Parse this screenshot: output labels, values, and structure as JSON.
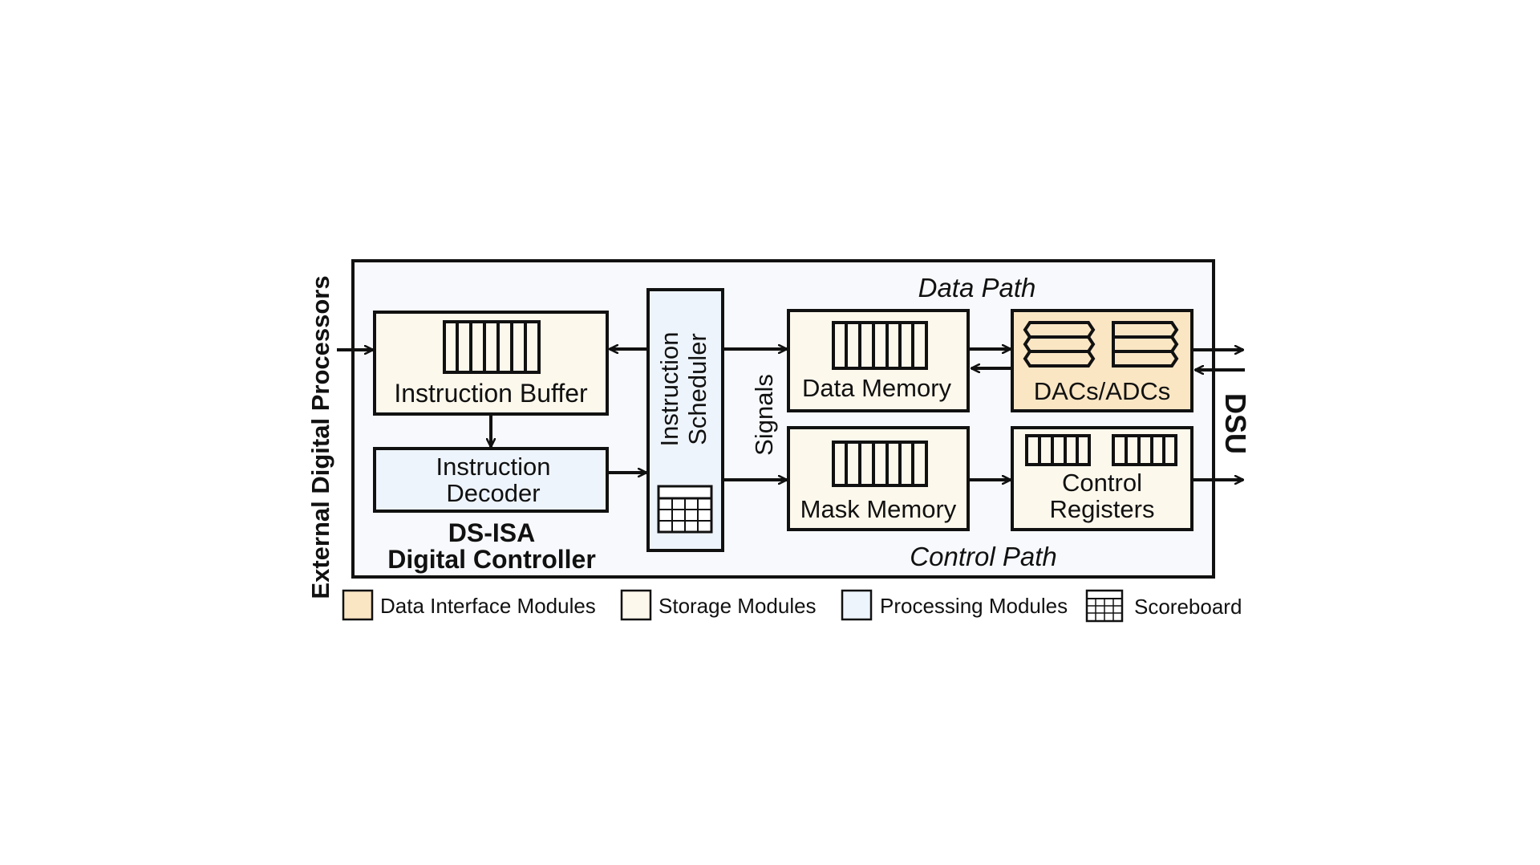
{
  "colors": {
    "outer_bg": "#f7f9fc",
    "storage": "#fdf8ec",
    "processing": "#eef4fb",
    "data_interface": "#fbe6c4",
    "stroke": "#111111"
  },
  "left_label": "External Digital Processors",
  "right_label": "DSU",
  "path_labels": {
    "data": "Data Path",
    "control": "Control Path"
  },
  "signals_label": "Signals",
  "controller": {
    "title_line1": "DS-ISA",
    "title_line2": "Digital Controller"
  },
  "modules": {
    "instruction_buffer": {
      "label": "Instruction Buffer",
      "icon": "buffer-icon"
    },
    "instruction_decoder": {
      "line1": "Instruction",
      "line2": "Decoder"
    },
    "instruction_scheduler": {
      "line1": "Instruction",
      "line2": "Scheduler",
      "icon": "scoreboard-icon"
    },
    "data_memory": {
      "label": "Data Memory",
      "icon": "buffer-icon"
    },
    "mask_memory": {
      "label": "Mask Memory",
      "icon": "buffer-icon"
    },
    "dacs_adcs": {
      "label": "DACs/ADCs",
      "icon": "converter-icon"
    },
    "control_registers": {
      "line1": "Control",
      "line2": "Registers",
      "icon": "register-icon"
    }
  },
  "legend": [
    {
      "label": "Data Interface Modules",
      "swatch": "data_interface"
    },
    {
      "label": "Storage Modules",
      "swatch": "storage"
    },
    {
      "label": "Processing Modules",
      "swatch": "processing"
    },
    {
      "label": "Scoreboard",
      "swatch": "scoreboard"
    }
  ]
}
